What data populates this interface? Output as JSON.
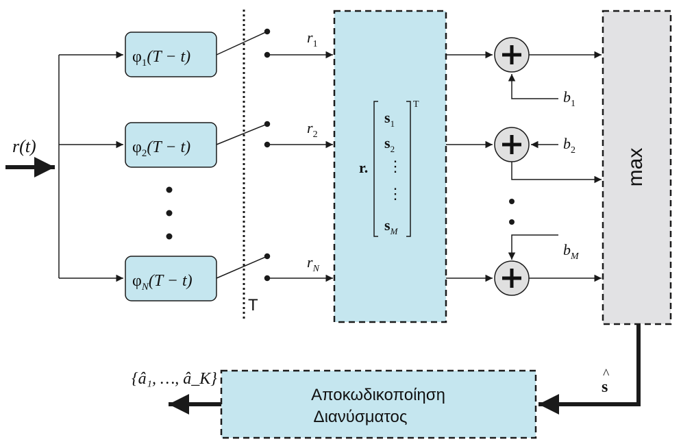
{
  "input": {
    "label": "r(t)"
  },
  "filters": [
    {
      "phi": "φ",
      "sub": "1",
      "arg": "(T − t)"
    },
    {
      "phi": "φ",
      "sub": "2",
      "arg": "(T − t)"
    },
    {
      "phi": "φ",
      "sub": "N",
      "arg": "(T − t)"
    }
  ],
  "sampler": {
    "label": "T"
  },
  "samples": [
    {
      "main": "r",
      "sub": "1"
    },
    {
      "main": "r",
      "sub": "2"
    },
    {
      "main": "r",
      "sub": "N"
    }
  ],
  "correlator": {
    "r_label": "r.",
    "transpose": "T",
    "rows": [
      {
        "main": "s",
        "sub": "1"
      },
      {
        "main": "s",
        "sub": "2"
      },
      {
        "main": "⋮",
        "sub": ""
      },
      {
        "main": "⋮",
        "sub": ""
      },
      {
        "main": "s",
        "sub": "M"
      }
    ]
  },
  "biases": [
    {
      "main": "b",
      "sub": "1"
    },
    {
      "main": "b",
      "sub": "2"
    },
    {
      "main": "b",
      "sub": "M"
    }
  ],
  "max_block": {
    "label": "max"
  },
  "decision": {
    "hat": "^",
    "main": "s"
  },
  "decoder": {
    "line1": "Αποκωδικοποίηση",
    "line2": "Διανύσματος"
  },
  "output": {
    "label": "{â₁, …, â_K}"
  },
  "colors": {
    "block_fill": "#c5e6ef",
    "max_fill": "#e2e2e4",
    "sum_fill": "#e0e0e0",
    "line": "#1a1a1a"
  }
}
